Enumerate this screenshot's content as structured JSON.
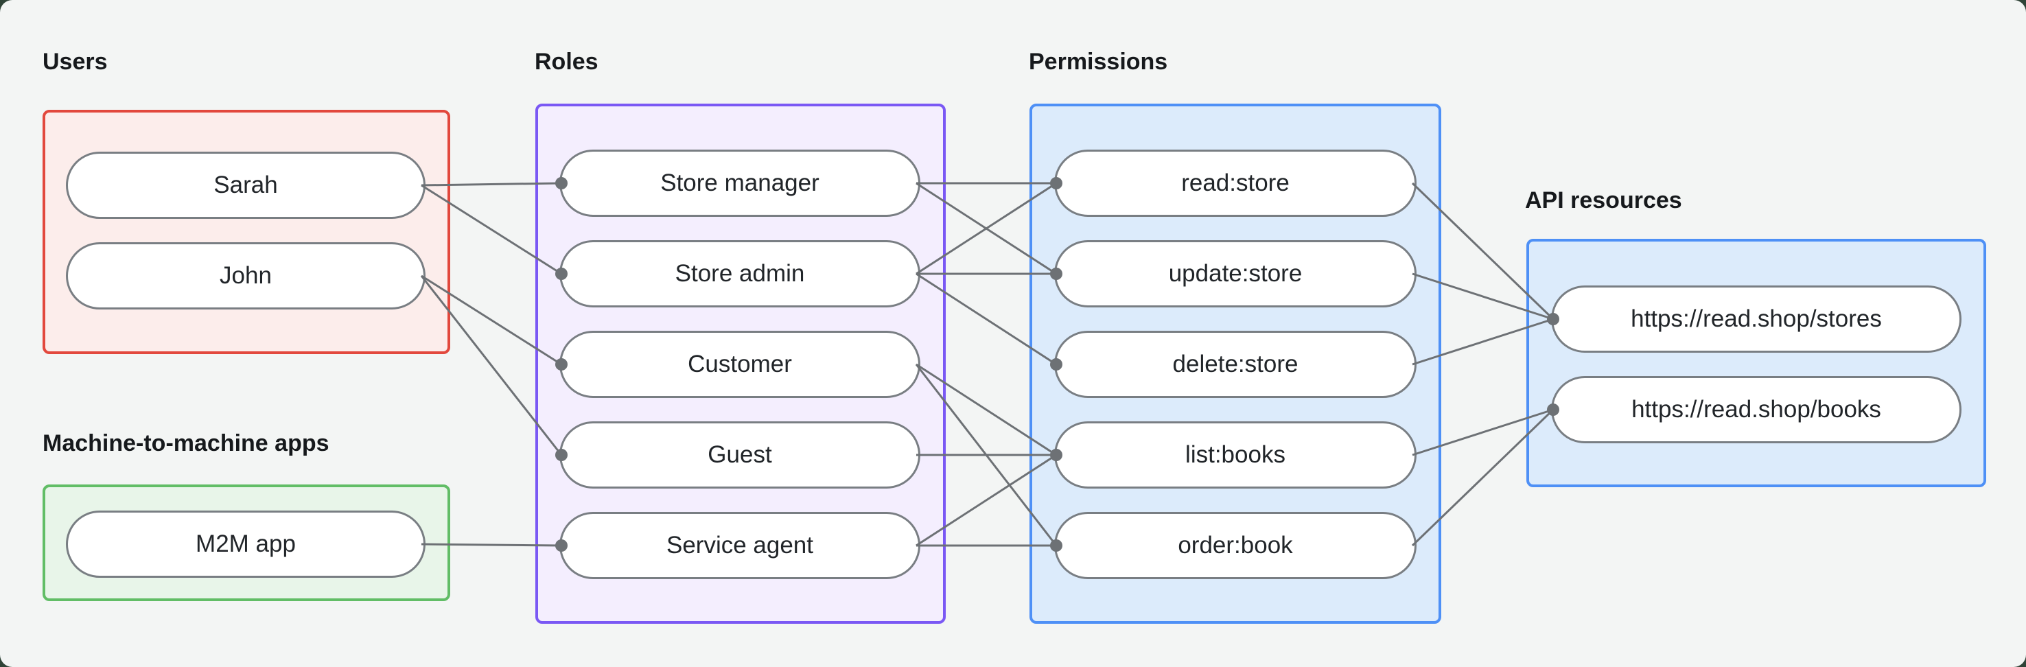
{
  "canvas": {
    "background_color": "#f3f5f4",
    "outer_background_color": "#2f4337"
  },
  "edge_style": {
    "color": "#6d7175",
    "width": 3,
    "dot_radius": 9,
    "dot_color": "#6d7175"
  },
  "node_style": {
    "fill": "#ffffff",
    "border_color": "#797e83",
    "text_color": "#212529"
  },
  "groups": [
    {
      "id": "users",
      "label": "Users",
      "border_color": "#e2483d",
      "fill_color": "#fcedeb",
      "nodes": [
        {
          "id": "sarah",
          "label": "Sarah"
        },
        {
          "id": "john",
          "label": "John"
        }
      ]
    },
    {
      "id": "m2m",
      "label": "Machine-to-machine apps",
      "border_color": "#61bd66",
      "fill_color": "#e8f5e9",
      "nodes": [
        {
          "id": "m2m-app",
          "label": "M2M app"
        }
      ]
    },
    {
      "id": "roles",
      "label": "Roles",
      "border_color": "#7a58f4",
      "fill_color": "#f4eefe",
      "nodes": [
        {
          "id": "store-manager",
          "label": "Store manager"
        },
        {
          "id": "store-admin",
          "label": "Store admin"
        },
        {
          "id": "customer",
          "label": "Customer"
        },
        {
          "id": "guest",
          "label": "Guest"
        },
        {
          "id": "service-agent",
          "label": "Service agent"
        }
      ]
    },
    {
      "id": "permissions",
      "label": "Permissions",
      "border_color": "#4e90f6",
      "fill_color": "#dcebfb",
      "nodes": [
        {
          "id": "read-store",
          "label": "read:store"
        },
        {
          "id": "update-store",
          "label": "update:store"
        },
        {
          "id": "delete-store",
          "label": "delete:store"
        },
        {
          "id": "list-books",
          "label": "list:books"
        },
        {
          "id": "order-book",
          "label": "order:book"
        }
      ]
    },
    {
      "id": "api",
      "label": "API resources",
      "border_color": "#4e90f6",
      "fill_color": "#dcebfb",
      "nodes": [
        {
          "id": "stores-api",
          "label": "https://read.shop/stores"
        },
        {
          "id": "books-api",
          "label": "https://read.shop/books"
        }
      ]
    }
  ],
  "edges": [
    {
      "from": "sarah",
      "to": "store-manager"
    },
    {
      "from": "sarah",
      "to": "store-admin"
    },
    {
      "from": "john",
      "to": "customer"
    },
    {
      "from": "john",
      "to": "guest"
    },
    {
      "from": "m2m-app",
      "to": "service-agent"
    },
    {
      "from": "store-manager",
      "to": "read-store"
    },
    {
      "from": "store-manager",
      "to": "update-store"
    },
    {
      "from": "store-admin",
      "to": "read-store"
    },
    {
      "from": "store-admin",
      "to": "update-store"
    },
    {
      "from": "store-admin",
      "to": "delete-store"
    },
    {
      "from": "customer",
      "to": "list-books"
    },
    {
      "from": "customer",
      "to": "order-book"
    },
    {
      "from": "guest",
      "to": "list-books"
    },
    {
      "from": "service-agent",
      "to": "list-books"
    },
    {
      "from": "service-agent",
      "to": "order-book"
    },
    {
      "from": "read-store",
      "to": "stores-api"
    },
    {
      "from": "update-store",
      "to": "stores-api"
    },
    {
      "from": "delete-store",
      "to": "stores-api"
    },
    {
      "from": "list-books",
      "to": "books-api"
    },
    {
      "from": "order-book",
      "to": "books-api"
    }
  ]
}
